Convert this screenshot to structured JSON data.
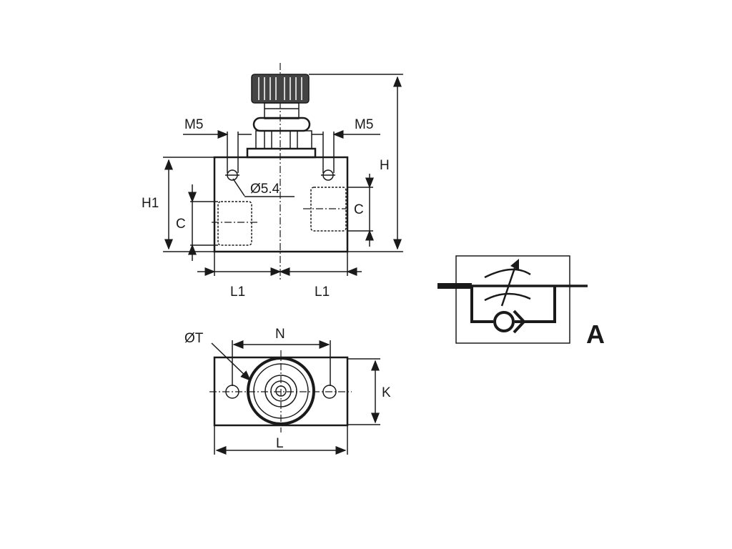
{
  "front_view": {
    "thread_left": "M5",
    "thread_right": "M5",
    "hole_diameter": "Ø5.4",
    "height_total": "H",
    "height_body": "H1",
    "port_left": "C",
    "port_right": "C",
    "half_length_left": "L1",
    "half_length_right": "L1"
  },
  "bottom_view": {
    "diameter": "ØT",
    "hole_spacing": "N",
    "width": "K",
    "length": "L"
  },
  "symbol": {
    "label": "A"
  }
}
